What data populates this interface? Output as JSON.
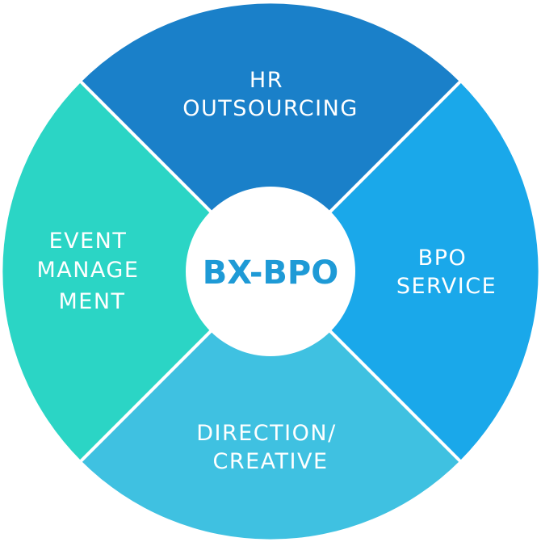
{
  "center": {
    "label": "BX-BPO",
    "color": "#1e9ad6"
  },
  "segments": [
    {
      "id": "hr",
      "lines": [
        "HR",
        "OUTSOURCING"
      ],
      "color": "#1a80c9"
    },
    {
      "id": "bpo",
      "lines": [
        "BPO",
        "SERVICE"
      ],
      "color": "#1aa8ea"
    },
    {
      "id": "direction",
      "lines": [
        "DIRECTION/",
        "CREATIVE"
      ],
      "color": "#3fc1e1"
    },
    {
      "id": "event",
      "lines": [
        "EVENT",
        "MANAGE",
        "MENT"
      ],
      "color": "#2bd5c5"
    }
  ]
}
